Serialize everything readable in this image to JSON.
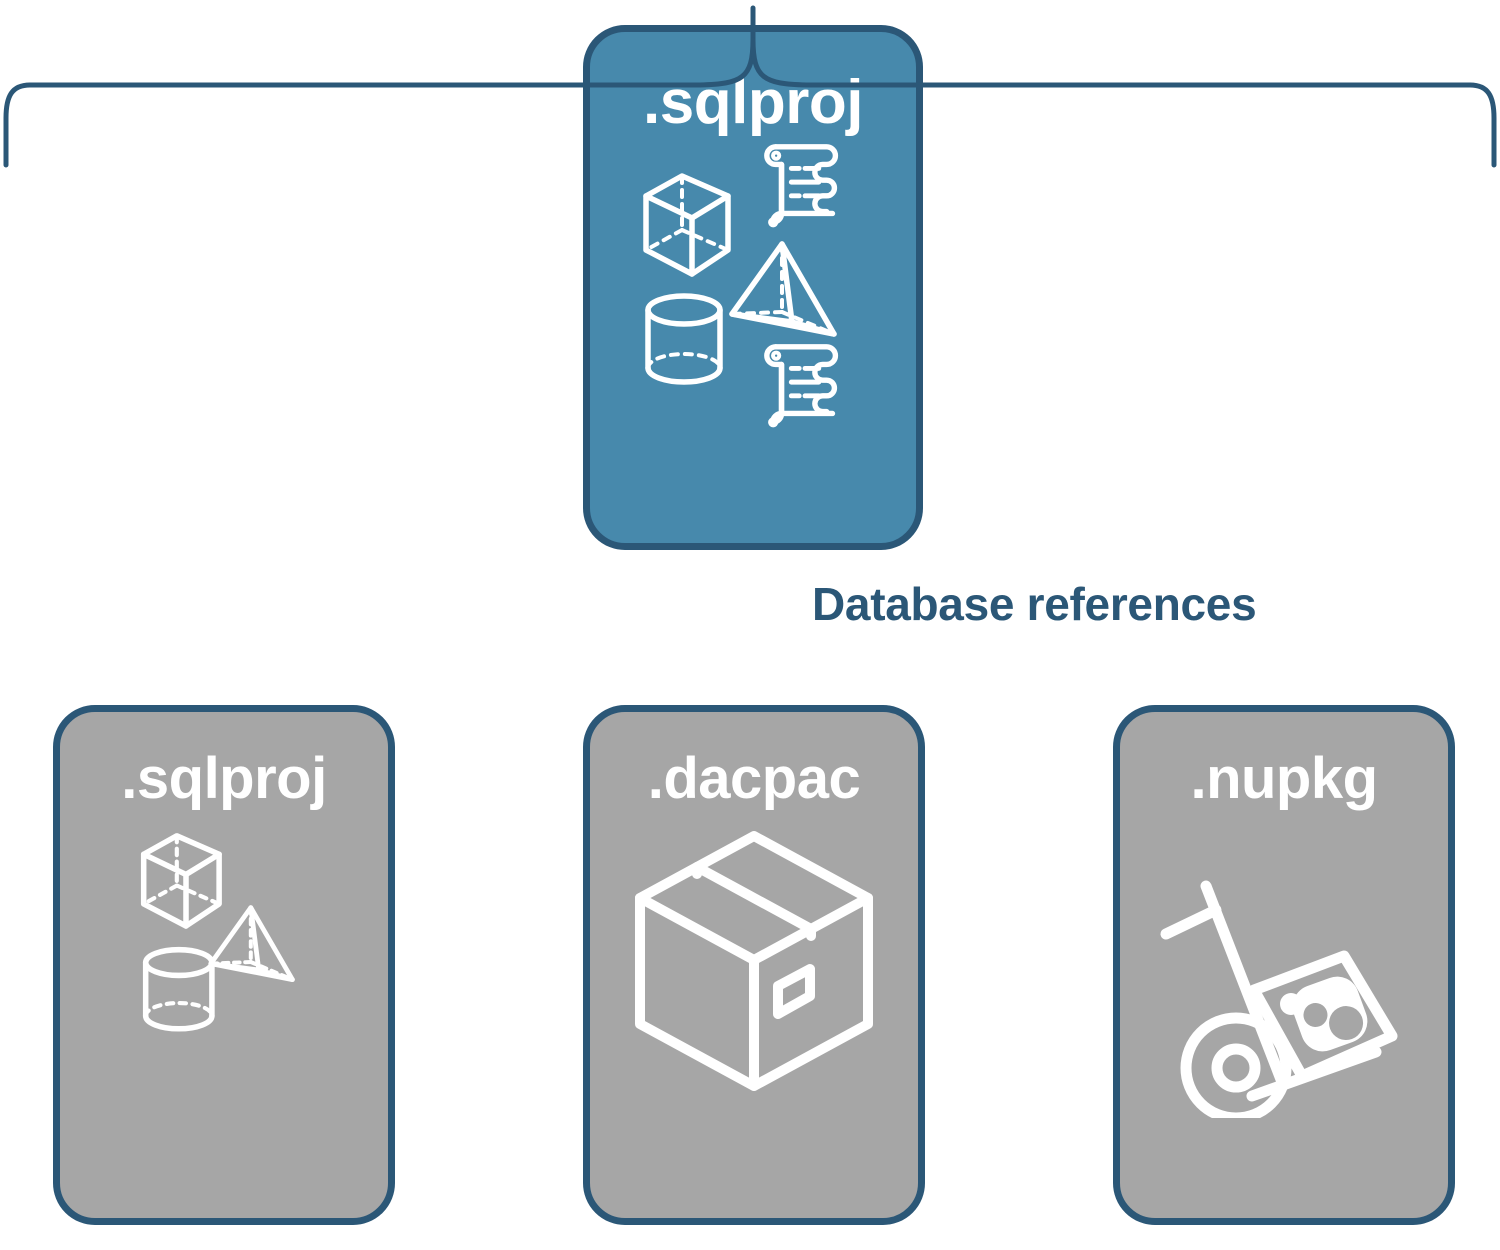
{
  "diagram": {
    "title_implicit": "SQL project database references",
    "colors": {
      "primary_fill": "#4789ac",
      "secondary_fill": "#a6a6a6",
      "stroke": "#2b5777",
      "icon": "#ffffff",
      "background": "#ffffff"
    },
    "connector": {
      "label": "Database references",
      "style": "curly-brace",
      "direction": "one-to-many"
    },
    "root": {
      "id": "sqlproj-root",
      "title": ".sqlproj",
      "variant": "primary",
      "icons": [
        "scroll-icon",
        "cube-icon",
        "pyramid-icon",
        "cylinder-icon",
        "scroll-icon"
      ]
    },
    "children": [
      {
        "id": "sqlproj-ref",
        "title": ".sqlproj",
        "variant": "secondary",
        "icons": [
          "cube-icon",
          "pyramid-icon",
          "cylinder-icon"
        ]
      },
      {
        "id": "dacpac-ref",
        "title": ".dacpac",
        "variant": "secondary",
        "icons": [
          "package-box-icon"
        ]
      },
      {
        "id": "nupkg-ref",
        "title": ".nupkg",
        "variant": "secondary",
        "icons": [
          "hand-truck-nuget-icon"
        ]
      }
    ]
  }
}
